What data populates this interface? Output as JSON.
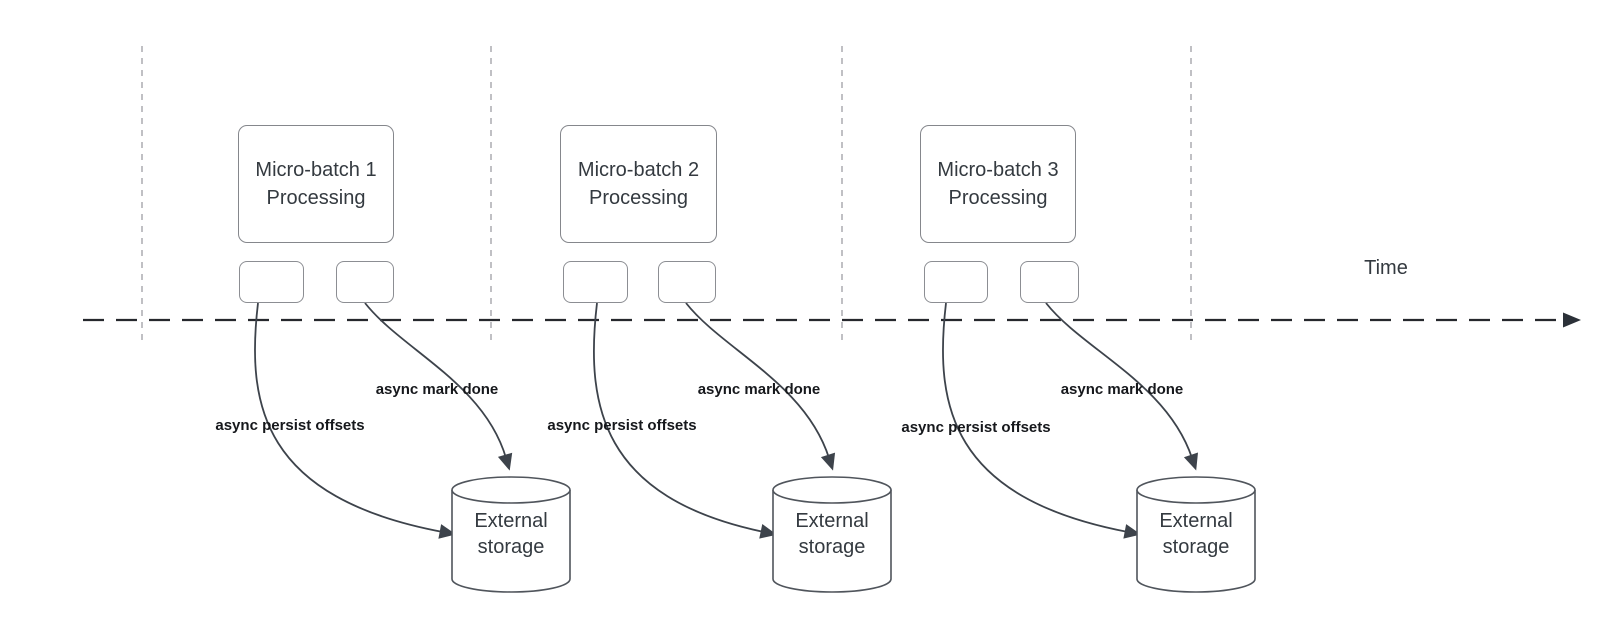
{
  "timeline": {
    "label": "Time"
  },
  "sections": [
    {
      "title": "Micro-batch 1\nProcessing",
      "persist_label": "async persist offsets",
      "done_label": "async mark done",
      "storage_label": "External\nstorage"
    },
    {
      "title": "Micro-batch 2\nProcessing",
      "persist_label": "async persist offsets",
      "done_label": "async mark done",
      "storage_label": "External\nstorage"
    },
    {
      "title": "Micro-batch 3\nProcessing",
      "persist_label": "async persist offsets",
      "done_label": "async mark done",
      "storage_label": "External\nstorage"
    }
  ],
  "colors": {
    "background": "#ffffff",
    "arrow_stroke": "#3d434b",
    "timeline_stroke": "#26282d",
    "guide_stroke": "#b0b0b5",
    "box_border": "#85878c",
    "cylinder_border": "#50555c",
    "text": "#343a40",
    "bold_label_text": "#16181c"
  }
}
